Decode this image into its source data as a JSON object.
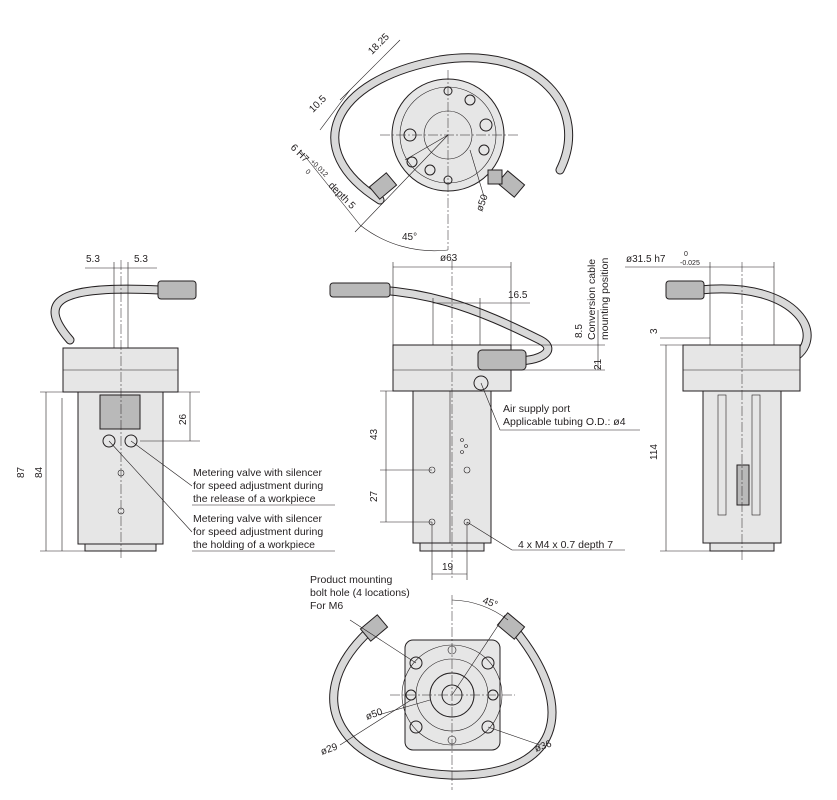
{
  "dimensions": {
    "top_18_25": "18.25",
    "top_10_5": "10.5",
    "top_fit": "6 H7",
    "top_fit_tol_upper": "+0.012",
    "top_fit_tol_lower": "0",
    "top_depth": "depth 5",
    "top_angle": "45°",
    "top_dia50": "ø50",
    "left_5_3_a": "5.3",
    "left_5_3_b": "5.3",
    "left_26": "26",
    "left_87": "87",
    "left_84": "84",
    "front_dia63": "ø63",
    "front_16_5": "16.5",
    "front_8_5": "8.5",
    "front_21": "21",
    "front_43": "43",
    "front_27": "27",
    "front_19": "19",
    "right_dia31_5": "ø31.5 h7",
    "right_tol_upper": "0",
    "right_tol_lower": "-0.025",
    "right_3": "3",
    "right_114": "114",
    "bottom_angle": "45°",
    "bottom_dia50": "ø50",
    "bottom_dia29": "ø29",
    "bottom_dia36": "ø36"
  },
  "callouts": {
    "conversion_cable_line1": "Conversion cable",
    "conversion_cable_line2": "mounting position",
    "air_supply_line1": "Air supply port",
    "air_supply_line2": "Applicable tubing O.D.: ø4",
    "valve_release_line1": "Metering valve with silencer",
    "valve_release_line2": "for speed adjustment during",
    "valve_release_line3": "the release of a workpiece",
    "valve_holding_line1": "Metering valve with silencer",
    "valve_holding_line2": "for speed adjustment during",
    "valve_holding_line3": "the holding of a workpiece",
    "tapped_holes": "4 x M4 x 0.7 depth 7",
    "mount_line1": "Product mounting",
    "mount_line2": "bolt hole (4 locations)",
    "mount_line3": "For M6"
  }
}
